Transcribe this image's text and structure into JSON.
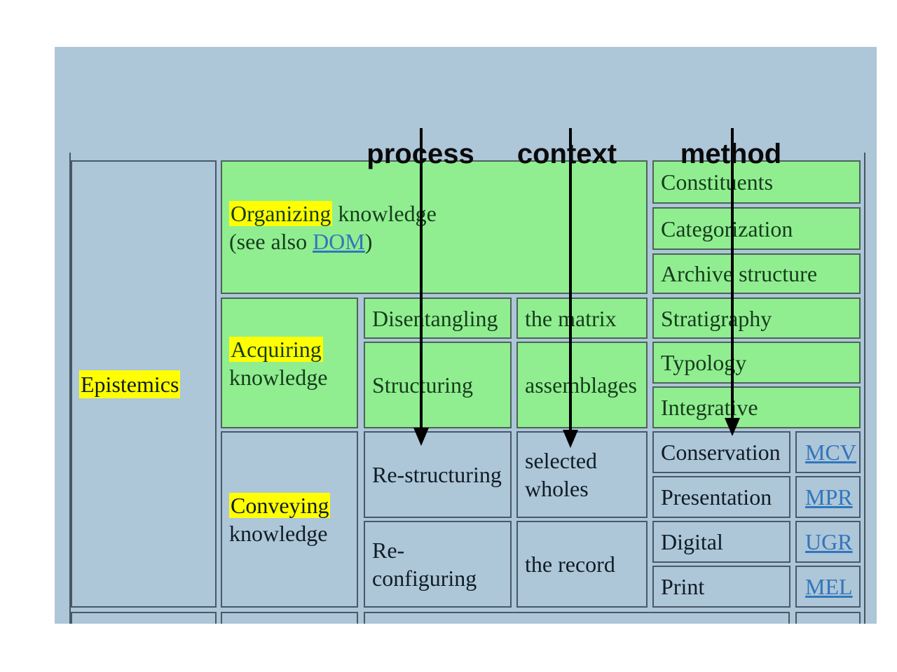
{
  "colors": {
    "panel_bg": "#adc6d8",
    "cell_green": "#90ee90",
    "highlight_yellow": "#ffff00",
    "link_blue": "#3276bb",
    "border_dark": "#46596a",
    "arrow_black": "#000000"
  },
  "header_labels": {
    "process": "process",
    "context": "context",
    "method": "method"
  },
  "table": {
    "epistemics": "Epistemics",
    "organizing": {
      "highlighted": "Organizing",
      "rest": " knowledge",
      "see_also_prefix": "(see also ",
      "link": "DOM",
      "see_also_suffix": ")"
    },
    "acquiring": {
      "highlighted": "Acquiring",
      "rest": " knowledge"
    },
    "conveying": {
      "highlighted": "Conveying",
      "rest": " knowledge"
    },
    "green_methods": [
      "Constituents",
      "Categorization",
      "Archive structure",
      "Stratigraphy",
      "Typology",
      "Integrative"
    ],
    "process_cells": {
      "disentangling": "Disentangling",
      "structuring": "Structuring",
      "re_structuring": "Re-structuring",
      "re_configuring": "Re-configuring"
    },
    "context_cells": {
      "the_matrix": "the matrix",
      "assemblages": "assemblages",
      "selected_wholes": "selected wholes",
      "the_record": "the record"
    },
    "conveying_methods": {
      "conservation": "Conservation",
      "presentation": "Presentation",
      "digital": "Digital",
      "print": "Print"
    },
    "links": {
      "mcv": "MCV",
      "mpr": "MPR",
      "ugr": "UGR",
      "mel": "MEL"
    }
  }
}
